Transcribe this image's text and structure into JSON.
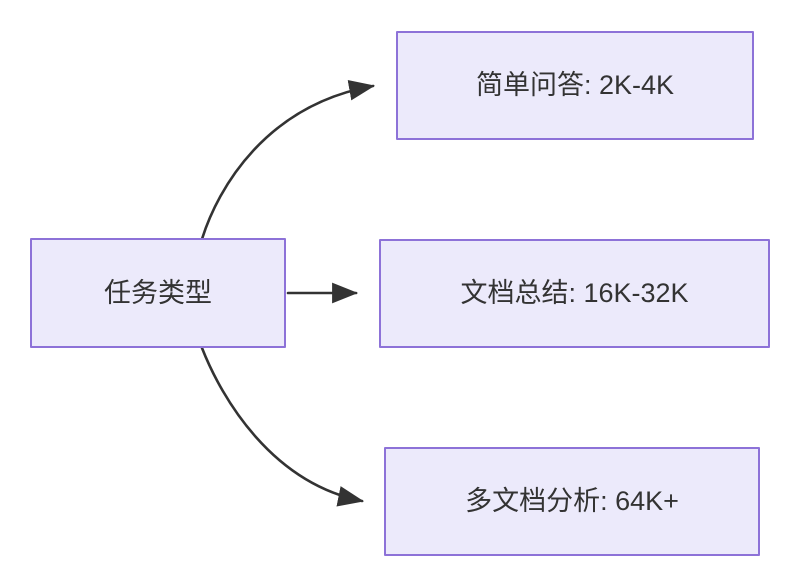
{
  "diagram": {
    "title": "",
    "type": "flowchart-left-to-right",
    "background_color": "#FFFFFF",
    "node_fill_color": "#ECEAFB",
    "node_border_color": "#8D72D8",
    "node_text_color": "#333333",
    "edge_color": "#333333",
    "nodes": [
      {
        "id": "root",
        "label": "任务类型",
        "name": "task-type-node"
      },
      {
        "id": "simple_qa",
        "label": "简单问答: 2K-4K",
        "name": "simple-qa-node"
      },
      {
        "id": "doc_sum",
        "label": "文档总结: 16K-32K",
        "name": "document-summary-node"
      },
      {
        "id": "multi_doc",
        "label": "多文档分析: 64K+",
        "name": "multi-document-analysis-node"
      }
    ],
    "edges": [
      {
        "from": "root",
        "to": "simple_qa",
        "label": "",
        "style": "curved-arrow"
      },
      {
        "from": "root",
        "to": "doc_sum",
        "label": "",
        "style": "straight-arrow"
      },
      {
        "from": "root",
        "to": "multi_doc",
        "label": "",
        "style": "curved-arrow"
      }
    ]
  }
}
